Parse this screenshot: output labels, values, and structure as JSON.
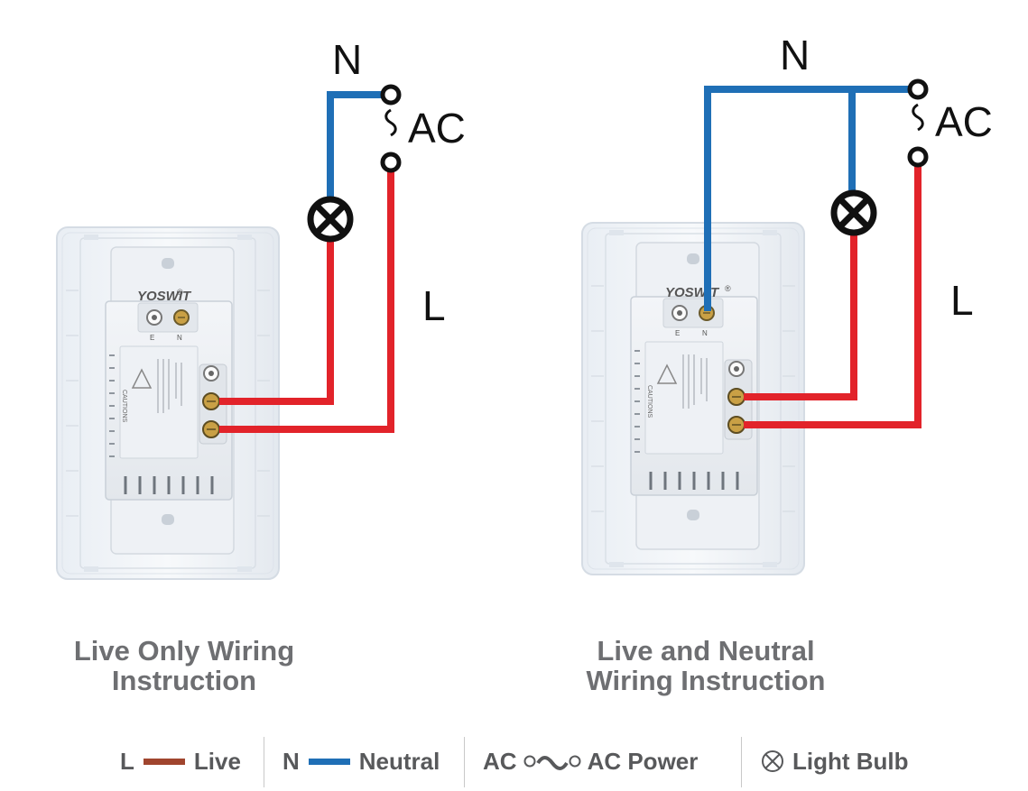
{
  "diagrams": [
    {
      "title_line1": "Live Only Wiring",
      "title_line2": "Instruction",
      "label_n": "N",
      "label_ac": "AC",
      "label_l": "L"
    },
    {
      "title_line1": "Live and Neutral",
      "title_line2": "Wiring Instruction",
      "label_n": "N",
      "label_ac": "AC",
      "label_l": "L"
    }
  ],
  "device": {
    "brand": "YOSWIT",
    "registered": "®",
    "terminal_e": "E",
    "terminal_n": "N",
    "caution": "CAUTIONS"
  },
  "legend": {
    "live_abbr": "L",
    "live_label": "Live",
    "neutral_abbr": "N",
    "neutral_label": "Neutral",
    "ac_abbr": "AC",
    "ac_label": "AC Power",
    "bulb_label": "Light Bulb"
  },
  "colors": {
    "live": "#e2232a",
    "neutral": "#1f6fb6",
    "legend_live": "#a0452e",
    "legend_neutral": "#1f6fb6",
    "title_text": "#6e6f72"
  }
}
